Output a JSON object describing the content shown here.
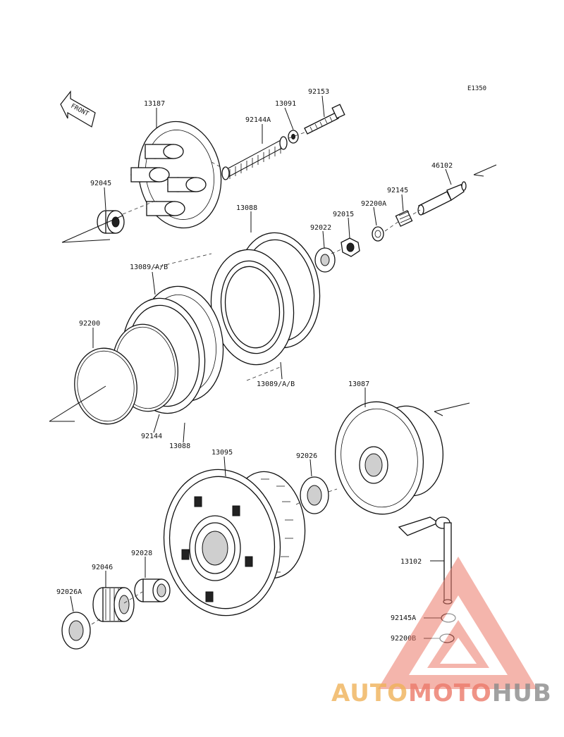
{
  "diagram_ref": "E1350",
  "front_label": "FRONT",
  "parts": [
    {
      "id": "13187"
    },
    {
      "id": "13091"
    },
    {
      "id": "92153"
    },
    {
      "id": "92144A"
    },
    {
      "id": "46102"
    },
    {
      "id": "92045"
    },
    {
      "id": "13088_top"
    },
    {
      "id": "92145"
    },
    {
      "id": "92200A"
    },
    {
      "id": "92015"
    },
    {
      "id": "92022"
    },
    {
      "id": "13089/A/B_top"
    },
    {
      "id": "92200"
    },
    {
      "id": "13089/A/B_bottom"
    },
    {
      "id": "92144"
    },
    {
      "id": "13088_bottom"
    },
    {
      "id": "13087"
    },
    {
      "id": "13095"
    },
    {
      "id": "92026"
    },
    {
      "id": "92028"
    },
    {
      "id": "92046"
    },
    {
      "id": "92026A"
    },
    {
      "id": "13102"
    },
    {
      "id": "92145A"
    },
    {
      "id": "92200B"
    }
  ],
  "labels": {
    "p13187": "13187",
    "p13091": "13091",
    "p92153": "92153",
    "p92144A": "92144A",
    "p46102": "46102",
    "p92045": "92045",
    "p13088a": "13088",
    "p92145": "92145",
    "p92200A": "92200A",
    "p92015": "92015",
    "p92022": "92022",
    "p13089a": "13089/A/B",
    "p92200": "92200",
    "p13089b": "13089/A/B",
    "p92144": "92144",
    "p13088b": "13088",
    "p13087": "13087",
    "p13095": "13095",
    "p92026": "92026",
    "p92028": "92028",
    "p92046": "92046",
    "p92026A": "92026A",
    "p13102": "13102",
    "p92145A": "92145A",
    "p92200B": "92200B"
  },
  "watermark": {
    "part1": "AUTO",
    "part2": "MOTO",
    "part3": "HUB",
    "color1": "#f0b25a",
    "color2": "#ec7a6a",
    "color3": "#8a8a8a"
  }
}
